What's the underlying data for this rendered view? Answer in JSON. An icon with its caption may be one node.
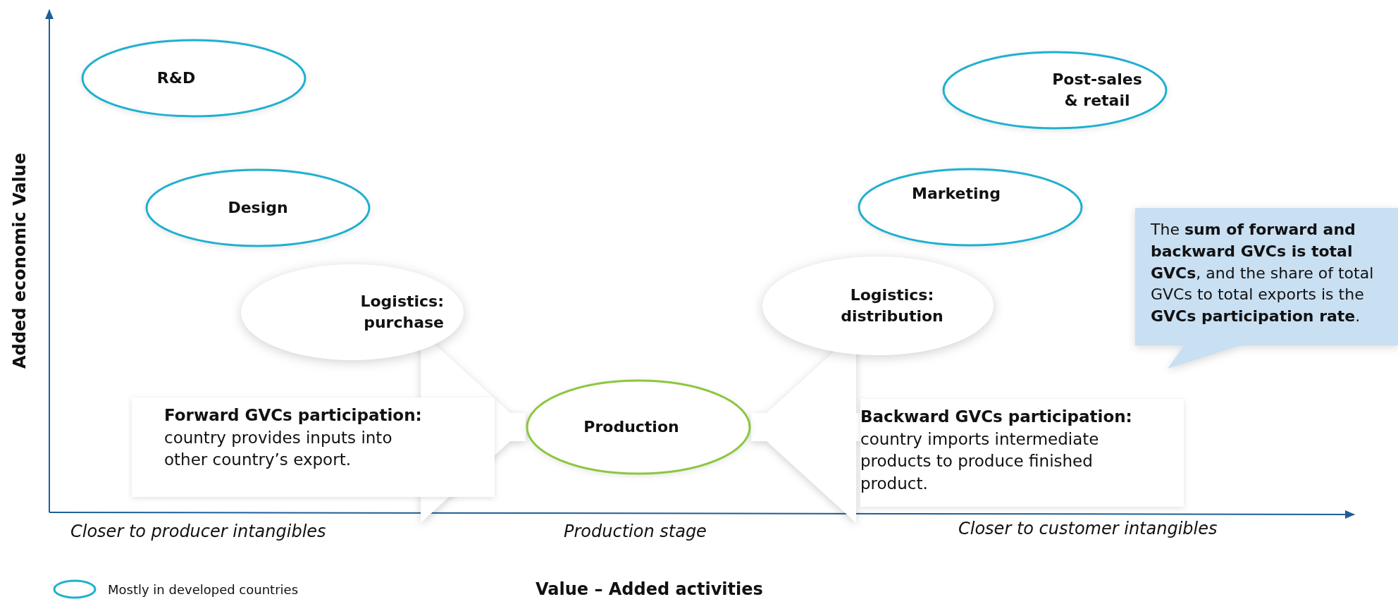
{
  "diagram": {
    "nodes": [
      {
        "text": [
          "R&D"
        ]
      },
      {
        "text": [
          "Post-sales & retail"
        ]
      },
      {
        "text": [
          "Design"
        ]
      },
      {
        "text": [
          "Marketing"
        ]
      },
      {
        "text": [
          "Logistics: purchase"
        ]
      },
      {
        "text": [
          "Logistics: distribution"
        ]
      },
      {
        "text": [
          "The **sum of forward and backward GVCs is total GVCs**, and the share of total GVCs to total exports is the **GVCs participation rate**."
        ]
      },
      {
        "text": [
          "Forward GVCs participation:",
          "country provides inputs into other country’s export."
        ]
      },
      {
        "text": [
          "Production"
        ]
      },
      {
        "text": [
          "Backward GVCs participation:",
          "country imports  intermediate products to produce finished product."
        ]
      }
    ],
    "edges": [
      {
        "from": 7,
        "to": 8,
        "arrow": "to"
      },
      {
        "from": 9,
        "to": 8,
        "arrow": "to"
      }
    ],
    "labels": [
      "Added economic Value",
      "Closer to producer intangibles",
      "Production stage",
      "Closer to customer intangibles",
      "Value – Added activities"
    ],
    "legend": [
      {
        "text": "Mostly in developed countries"
      }
    ]
  }
}
